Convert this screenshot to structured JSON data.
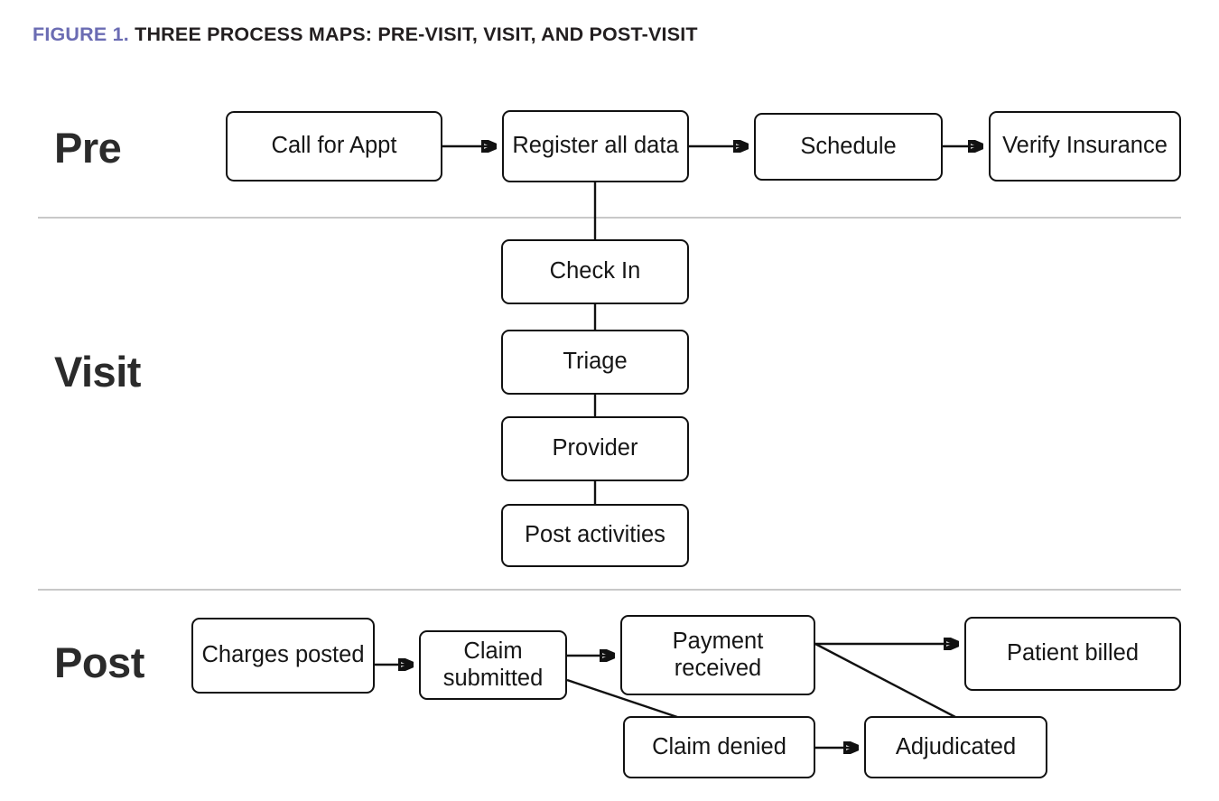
{
  "figure": {
    "number_label": "FIGURE 1.",
    "title": "THREE PROCESS MAPS: PRE-VISIT, VISIT, AND POST-VISIT",
    "accent_color": "#6b6cb3",
    "text_color": "#231f20",
    "box_border_color": "#111111",
    "divider_color": "#c8c8c8",
    "background_color": "#ffffff"
  },
  "bands": [
    {
      "id": "pre",
      "label": "Pre"
    },
    {
      "id": "visit",
      "label": "Visit"
    },
    {
      "id": "post",
      "label": "Post"
    }
  ],
  "nodes": {
    "pre": [
      {
        "id": "call-appt",
        "label": "Call for Appt"
      },
      {
        "id": "register",
        "label": "Register all data"
      },
      {
        "id": "schedule",
        "label": "Schedule"
      },
      {
        "id": "verify",
        "label": "Verify Insurance"
      }
    ],
    "visit": [
      {
        "id": "checkin",
        "label": "Check In"
      },
      {
        "id": "triage",
        "label": "Triage"
      },
      {
        "id": "provider",
        "label": "Provider"
      },
      {
        "id": "postact",
        "label": "Post activities"
      }
    ],
    "post": [
      {
        "id": "charges",
        "label": "Charges posted"
      },
      {
        "id": "claim-sub",
        "label": "Claim submitted"
      },
      {
        "id": "payment",
        "label": "Payment received"
      },
      {
        "id": "patient-billed",
        "label": "Patient billed"
      },
      {
        "id": "claim-denied",
        "label": "Claim denied"
      },
      {
        "id": "adjudicated",
        "label": "Adjudicated"
      }
    ]
  },
  "edges": [
    {
      "from": "call-appt",
      "to": "register",
      "arrow": true
    },
    {
      "from": "register",
      "to": "schedule",
      "arrow": true
    },
    {
      "from": "schedule",
      "to": "verify",
      "arrow": true
    },
    {
      "from": "register",
      "to": "checkin",
      "arrow": false
    },
    {
      "from": "checkin",
      "to": "triage",
      "arrow": false
    },
    {
      "from": "triage",
      "to": "provider",
      "arrow": false
    },
    {
      "from": "provider",
      "to": "postact",
      "arrow": false
    },
    {
      "from": "charges",
      "to": "claim-sub",
      "arrow": true
    },
    {
      "from": "claim-sub",
      "to": "payment",
      "arrow": true
    },
    {
      "from": "claim-sub",
      "to": "claim-denied",
      "arrow": false
    },
    {
      "from": "payment",
      "to": "patient-billed",
      "arrow": true
    },
    {
      "from": "payment",
      "to": "adjudicated",
      "arrow": false
    },
    {
      "from": "claim-denied",
      "to": "adjudicated",
      "arrow": true
    }
  ]
}
